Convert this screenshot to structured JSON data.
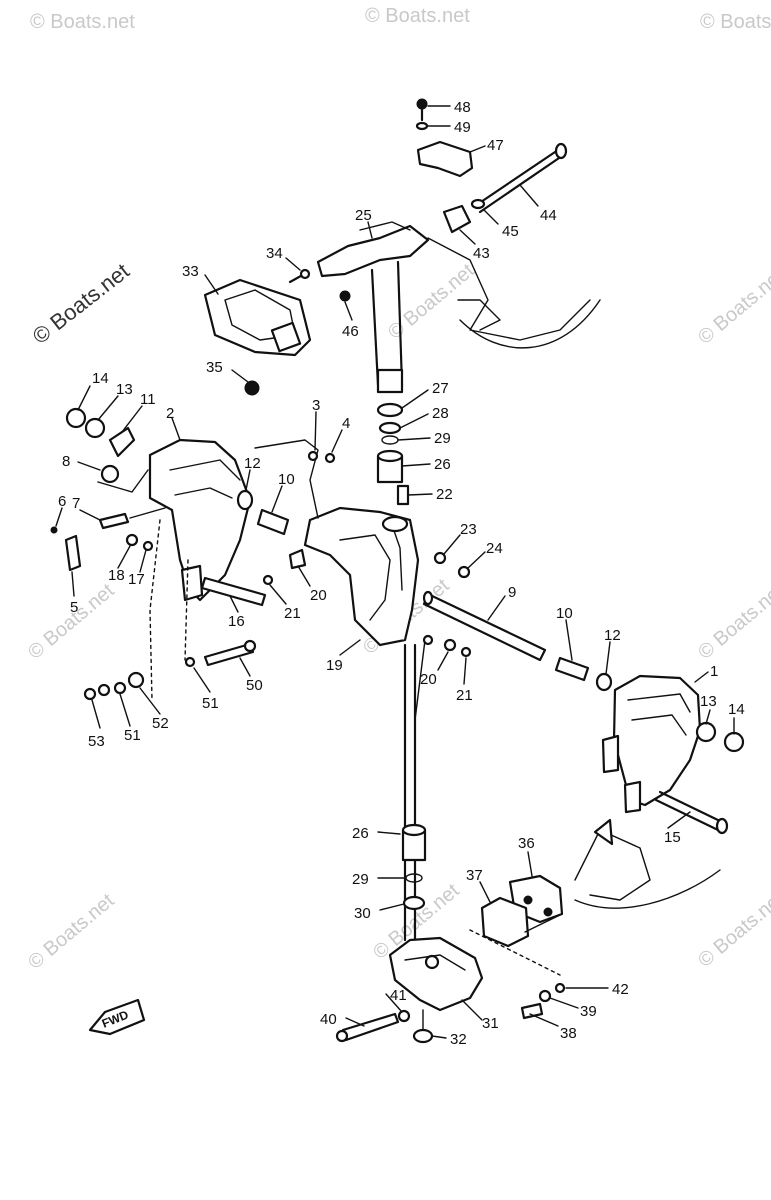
{
  "watermark": "© Boats.net",
  "fwd_label": "FWD",
  "callouts": [
    "48",
    "49",
    "47",
    "44",
    "45",
    "43",
    "25",
    "34",
    "33",
    "46",
    "35",
    "27",
    "28",
    "29",
    "26",
    "22",
    "14",
    "13",
    "11",
    "2",
    "3",
    "4",
    "12",
    "10",
    "8",
    "7",
    "6",
    "5",
    "18",
    "17",
    "16",
    "21",
    "20",
    "19",
    "23",
    "24",
    "9",
    "10",
    "12",
    "1",
    "13",
    "14",
    "15",
    "20",
    "21",
    "50",
    "51",
    "52",
    "53",
    "51",
    "26",
    "29",
    "30",
    "36",
    "37",
    "42",
    "39",
    "38",
    "41",
    "40",
    "31",
    "32"
  ]
}
